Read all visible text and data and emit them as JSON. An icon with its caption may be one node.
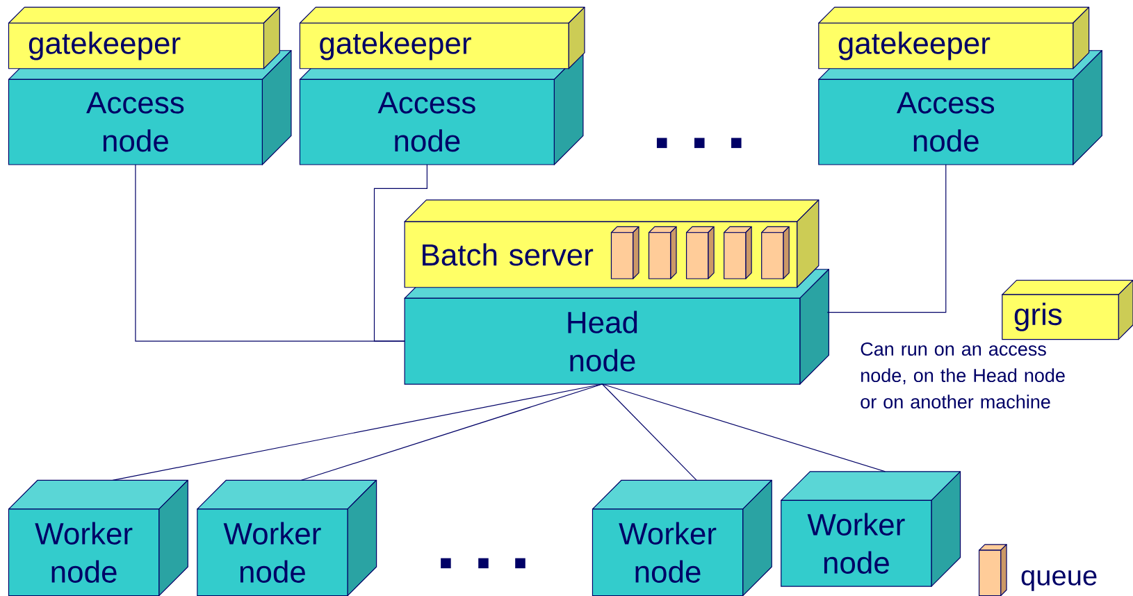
{
  "diagram": {
    "nodes": [
      {
        "text": [
          "gatekeeper"
        ]
      },
      {
        "text": [
          "Access node"
        ]
      },
      {
        "text": [
          "gatekeeper"
        ]
      },
      {
        "text": [
          "Access node"
        ]
      },
      {
        "text": [
          "gatekeeper"
        ]
      },
      {
        "text": [
          "Access node"
        ]
      },
      {
        "text": [
          "Batch server"
        ]
      },
      {
        "text": [
          "Head node"
        ]
      },
      {
        "text": [
          "gris"
        ]
      },
      {
        "text": [
          "Worker node"
        ]
      },
      {
        "text": [
          "Worker node"
        ]
      },
      {
        "text": [
          "Worker node"
        ]
      },
      {
        "text": [
          "Worker node"
        ]
      }
    ],
    "edges": [
      {
        "from": 1,
        "to": 7,
        "arrow": "none"
      },
      {
        "from": 3,
        "to": 7,
        "arrow": "none"
      },
      {
        "from": 5,
        "to": 7,
        "arrow": "none"
      },
      {
        "from": 7,
        "to": 9,
        "arrow": "none"
      },
      {
        "from": 7,
        "to": 10,
        "arrow": "none"
      },
      {
        "from": 7,
        "to": 11,
        "arrow": "none"
      },
      {
        "from": 7,
        "to": 12,
        "arrow": "none"
      }
    ],
    "labels": [
      "Can run on an access node, on the Head node or on another machine"
    ],
    "legend": [
      {
        "text": "queue"
      }
    ]
  }
}
